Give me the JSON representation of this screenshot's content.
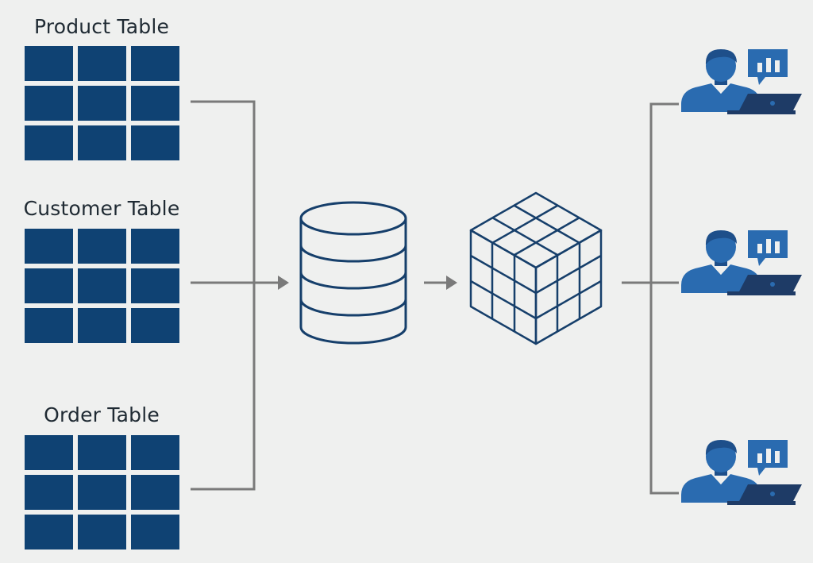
{
  "tables": [
    {
      "id": "product",
      "title": "Product Table"
    },
    {
      "id": "customer",
      "title": "Customer Table"
    },
    {
      "id": "order",
      "title": "Order Table"
    }
  ],
  "nodes": [
    {
      "id": "database",
      "icon": "database-icon"
    },
    {
      "id": "olap-cube",
      "icon": "cube-icon"
    }
  ],
  "users": [
    {
      "id": "user-1",
      "icon": "analyst-icon"
    },
    {
      "id": "user-2",
      "icon": "analyst-icon"
    },
    {
      "id": "user-3",
      "icon": "analyst-icon"
    }
  ],
  "colors": {
    "background": "#eff0ef",
    "table_cell": "#0f4273",
    "line": "#7a7a7a",
    "icon_stroke": "#163f6b",
    "person": "#2a6bb0",
    "person_dark": "#1e4f8a",
    "laptop": "#1e3b66"
  }
}
